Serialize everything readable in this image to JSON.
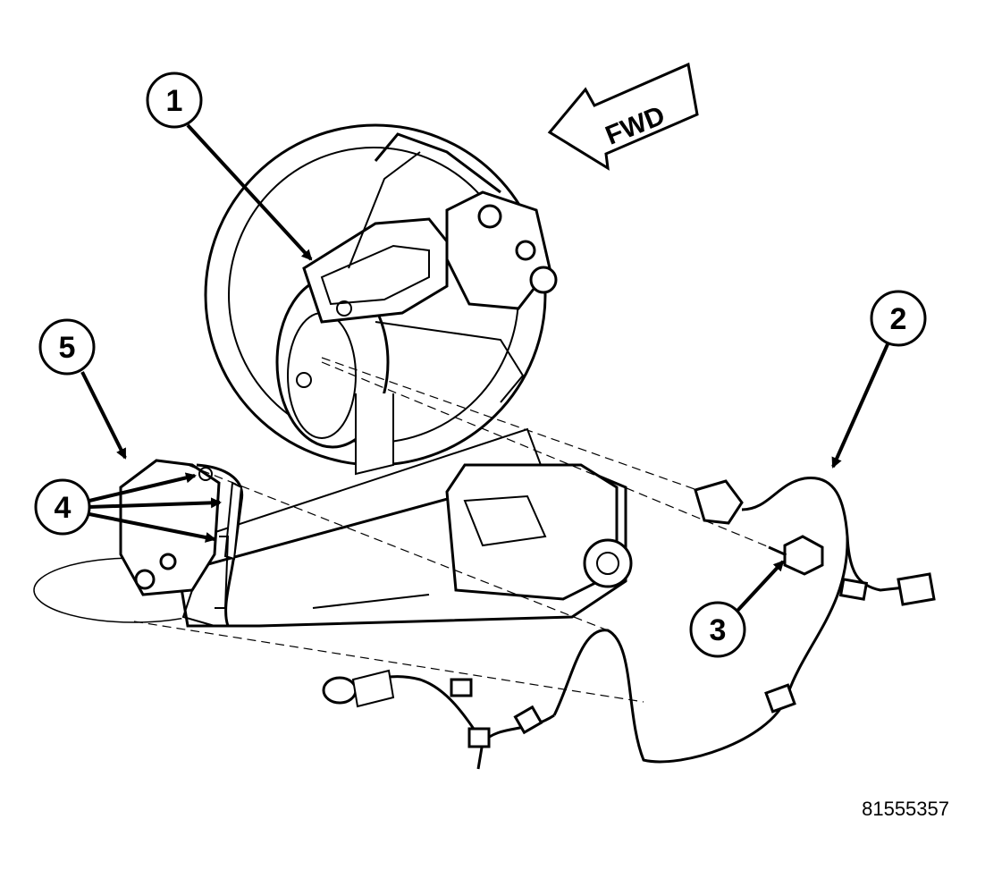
{
  "direction_label": "FWD",
  "figure_number": "81555357",
  "callouts": [
    {
      "number": "1"
    },
    {
      "number": "2"
    },
    {
      "number": "3"
    },
    {
      "number": "4"
    },
    {
      "number": "5"
    }
  ]
}
